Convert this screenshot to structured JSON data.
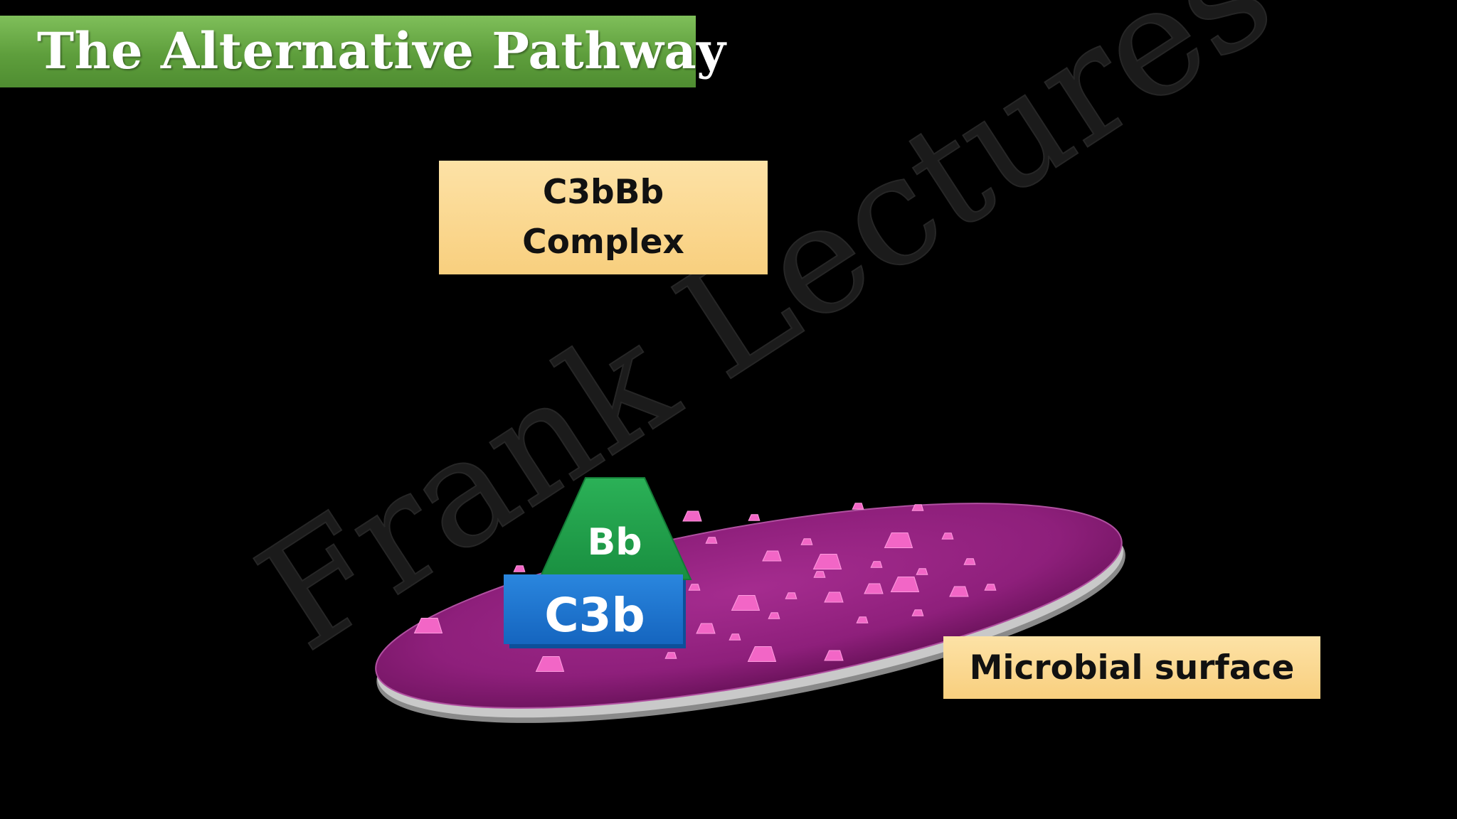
{
  "title": "The Alternative Pathway",
  "complex_label": {
    "line1": "C3bBb",
    "line2": "Complex"
  },
  "surface_label": "Microbial surface",
  "proteins": {
    "bb": "Bb",
    "c3b": "C3b"
  },
  "watermark": "Frank Lectures",
  "colors": {
    "background": "#000000",
    "title_banner": "#6aab47",
    "label_box": "#f9d68c",
    "microbe": "#9b2386",
    "receptor": "#f266c6",
    "bb": "#23a54f",
    "c3b": "#1c77d1"
  }
}
